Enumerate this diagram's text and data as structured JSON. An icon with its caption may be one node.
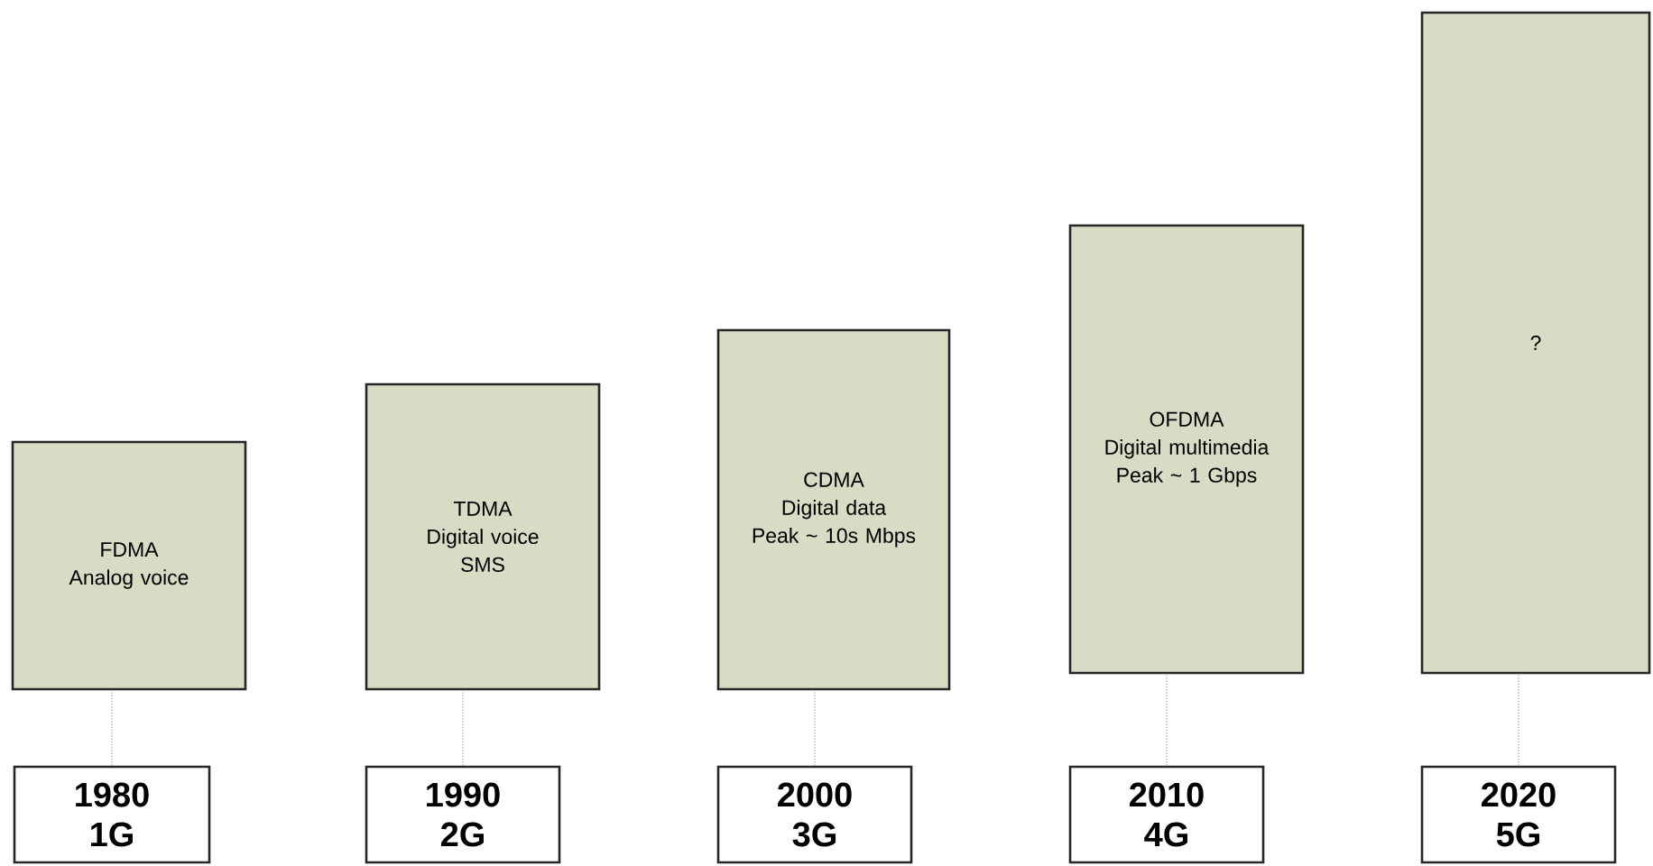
{
  "diagram": {
    "nodes": [
      {
        "text": [
          "FDMA",
          "Analog voice"
        ]
      },
      {
        "text": [
          "TDMA",
          "Digital voice",
          "SMS"
        ]
      },
      {
        "text": [
          "CDMA",
          "Digital data",
          "Peak ~ 10s Mbps"
        ]
      },
      {
        "text": [
          "OFDMA",
          "Digital multimedia",
          "Peak ~ 1 Gbps"
        ]
      },
      {
        "text": [
          "?"
        ]
      },
      {
        "text": [
          "1980",
          "1G"
        ]
      },
      {
        "text": [
          "1990",
          "2G"
        ]
      },
      {
        "text": [
          "2000",
          "3G"
        ]
      },
      {
        "text": [
          "2010",
          "4G"
        ]
      },
      {
        "text": [
          "2020",
          "5G"
        ]
      }
    ],
    "edges": [
      {
        "from": 5,
        "to": 0,
        "arrow": "none",
        "style": "dashed"
      },
      {
        "from": 6,
        "to": 1,
        "arrow": "none",
        "style": "dashed"
      },
      {
        "from": 7,
        "to": 2,
        "arrow": "none",
        "style": "dashed"
      },
      {
        "from": 8,
        "to": 3,
        "arrow": "none",
        "style": "dashed"
      },
      {
        "from": 9,
        "to": 4,
        "arrow": "none",
        "style": "dashed"
      }
    ]
  }
}
